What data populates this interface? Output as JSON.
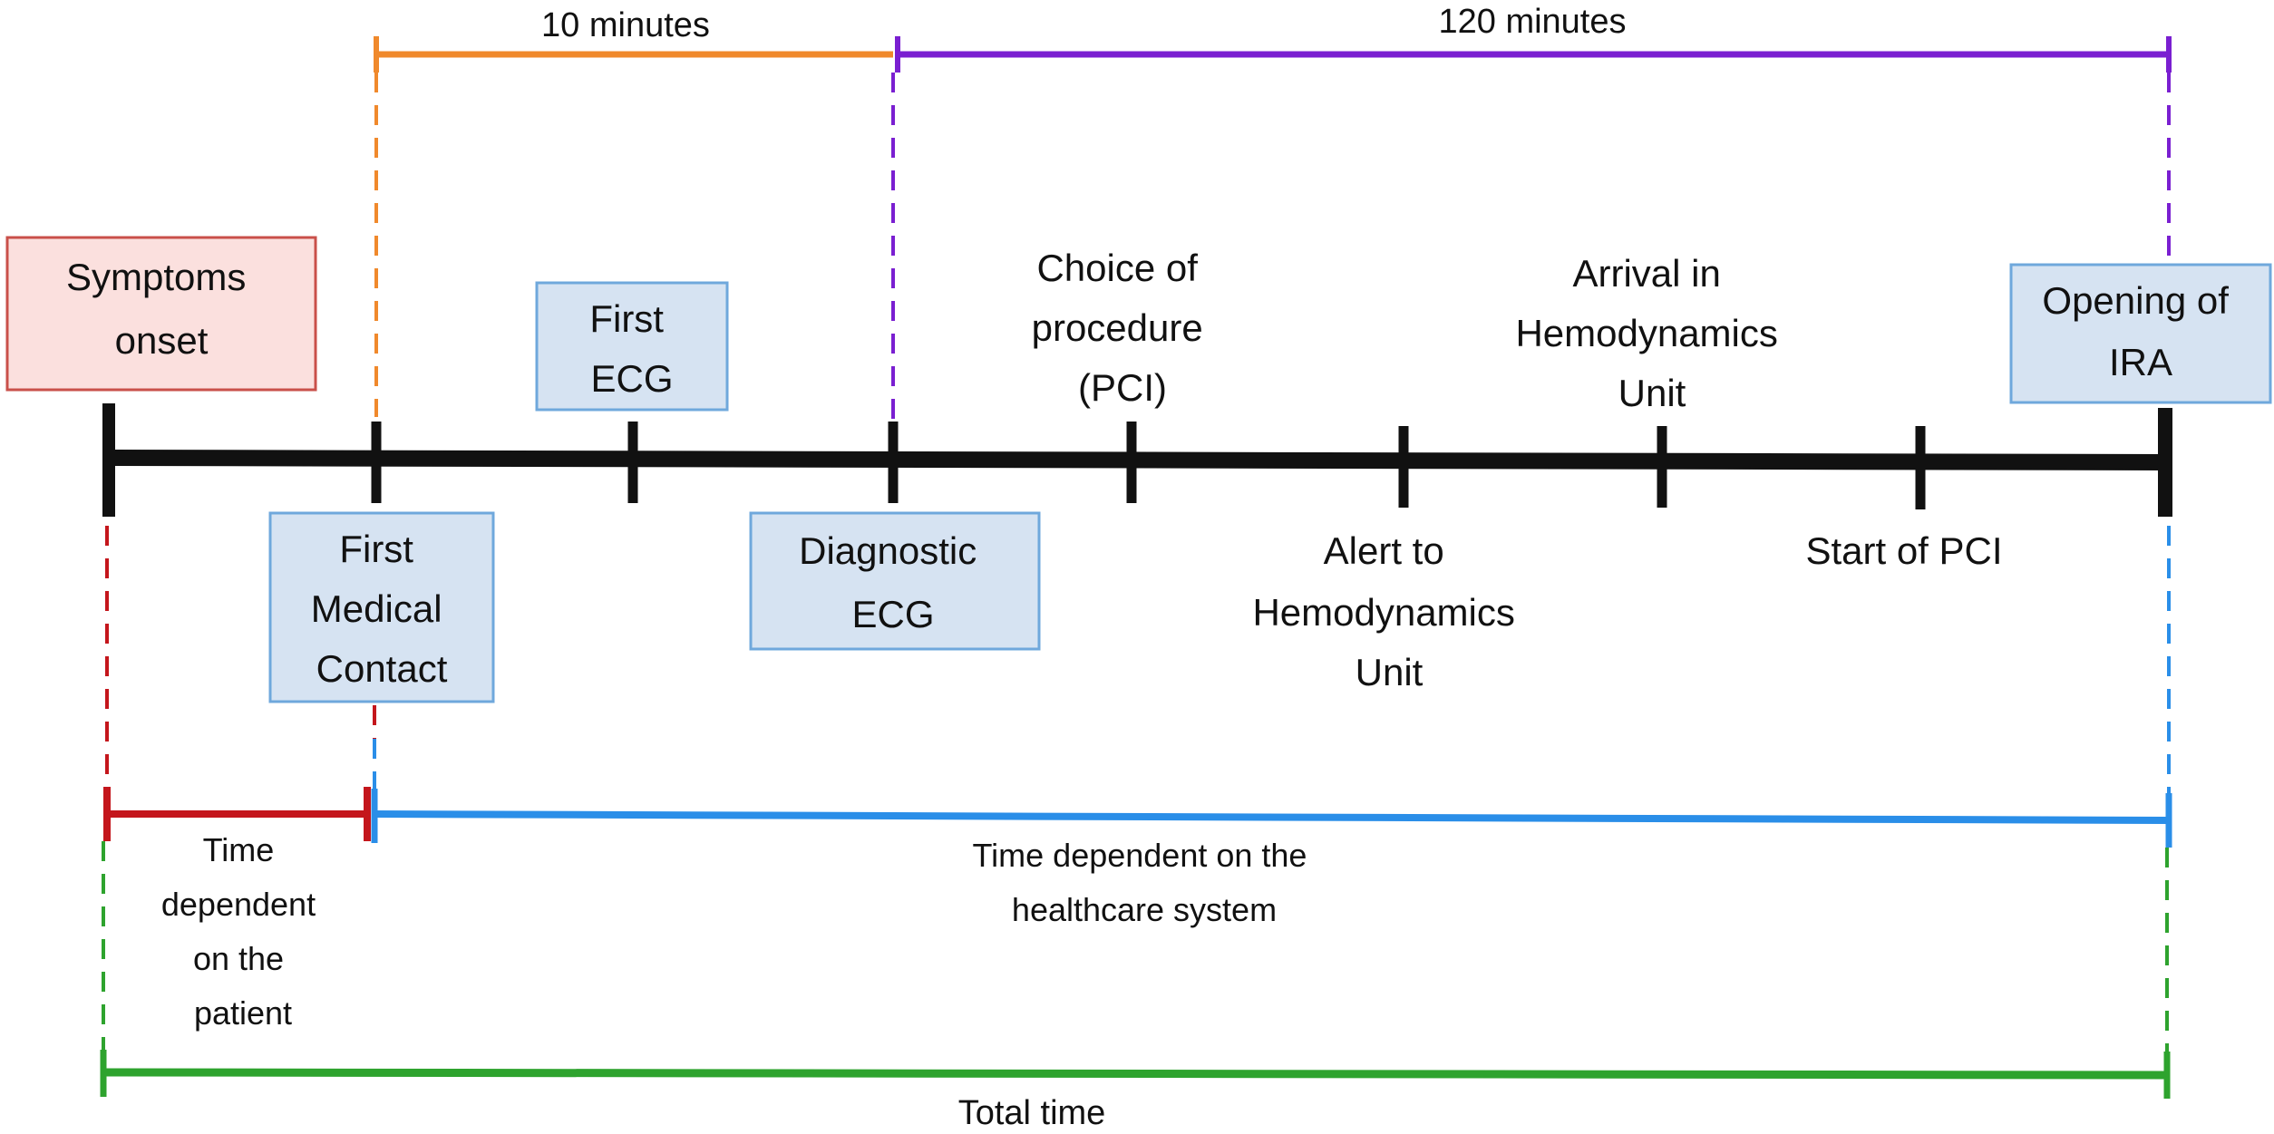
{
  "intervals_top": {
    "ten_minutes": "10 minutes",
    "one_twenty_minutes": "120 minutes"
  },
  "boxes": {
    "symptoms_onset": [
      "Symptoms",
      "onset"
    ],
    "first_ecg": [
      "First",
      "ECG"
    ],
    "opening_ira": [
      "Opening of",
      "IRA"
    ],
    "first_medical_contact": [
      "First",
      "Medical",
      "Contact"
    ],
    "diagnostic_ecg": [
      "Diagnostic",
      "ECG"
    ]
  },
  "labels": {
    "choice_of_procedure": [
      "Choice of",
      "procedure",
      "(PCI)"
    ],
    "arrival_hemodynamics": [
      "Arrival in",
      "Hemodynamics",
      "Unit"
    ],
    "alert_hemodynamics": [
      "Alert to",
      "Hemodynamics",
      "Unit"
    ],
    "start_pci": [
      "Start of PCI"
    ]
  },
  "intervals_bottom": {
    "patient_time": [
      "Time",
      "dependent",
      "on the",
      "patient"
    ],
    "healthcare_time": [
      "Time dependent on the",
      "healthcare system"
    ],
    "total_time": "Total time"
  },
  "colors": {
    "orange": "#f0892c",
    "purple": "#7a1fd1",
    "red": "#c4161c",
    "blue": "#2a8ee8",
    "green": "#2ea32e",
    "box_pink_fill": "#fbe0de",
    "box_pink_border": "#c9504a",
    "box_blue_fill": "#d6e3f2",
    "box_blue_border": "#6fa8dc",
    "timeline": "#111111"
  }
}
